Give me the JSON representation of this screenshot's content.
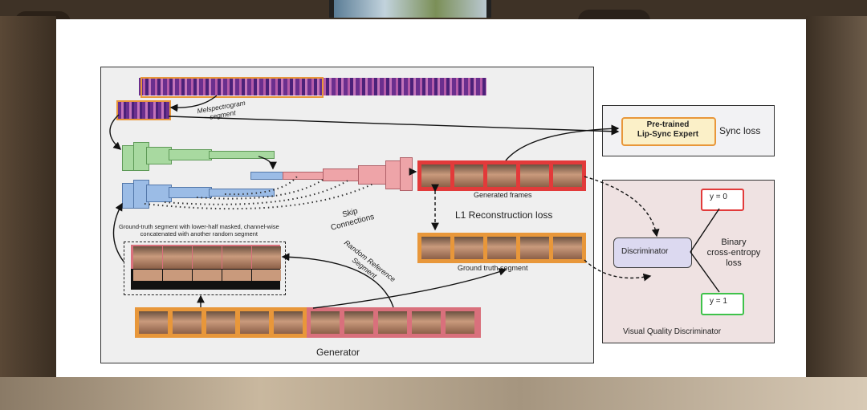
{
  "diagram": {
    "melspectrogram_label": "Melspectrogram\nsegment",
    "expert_label": "Pre-trained\nLip-Sync Expert",
    "sync_loss_label": "Sync loss",
    "generated_frames_label": "Generated frames",
    "l1_loss_label": "L1 Reconstruction loss",
    "ground_truth_label": "Ground truth segment",
    "skip_connections_label": "Skip\nConnections",
    "gt_caption": "Ground-truth segment with lower-half masked, channel-wise\nconcatenated with another random segment",
    "random_ref_label": "Random Reference\nSegment",
    "generator_label": "Generator",
    "discriminator_label": "Discriminator",
    "y0_label": "y = 0",
    "y1_label": "y = 1",
    "bce_label": "Binary\ncross-entropy\nloss",
    "vqd_label": "Visual Quality Discriminator"
  },
  "colors": {
    "orange": "#e8973a",
    "pink": "#d9707c",
    "green_box": "#3fc24a",
    "red_box": "#e23a3a",
    "expert_fill": "#fbf0c8",
    "disc_fill": "#dcd9f0",
    "vqd_fill": "#efe0e0",
    "encoder_green": "#a8d9a0",
    "encoder_blue": "#9bbce6",
    "decoder_red": "#eea4a8"
  }
}
